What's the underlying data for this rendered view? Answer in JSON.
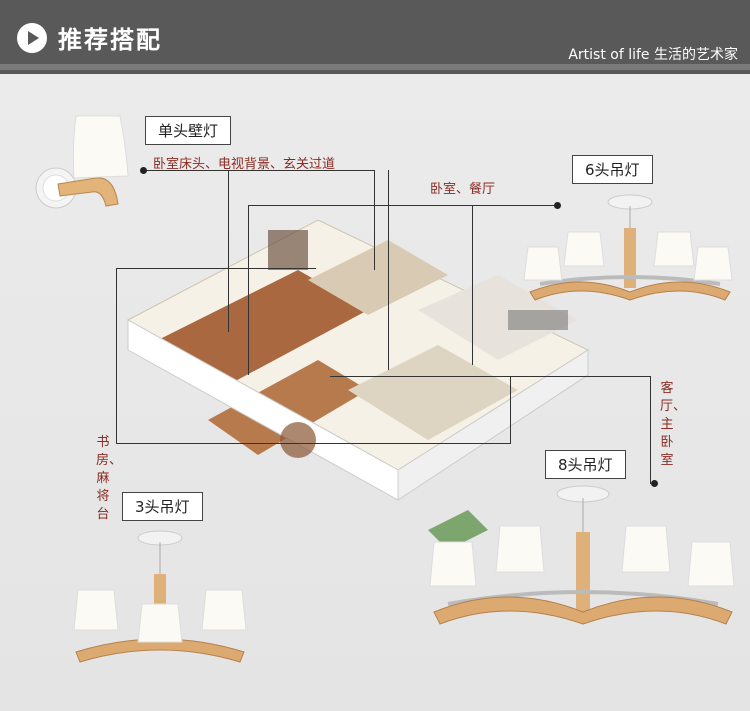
{
  "header": {
    "title": "推荐搭配",
    "slogan": "Artist of life 生活的艺术家"
  },
  "labels": {
    "single_wall_lamp": "单头壁灯",
    "six_head": "6头吊灯",
    "three_head": "3头吊灯",
    "eight_head": "8头吊灯"
  },
  "notes": {
    "wall_lamp_uses": "卧室床头、电视背景、玄关过道",
    "six_head_uses": "卧室、餐厅",
    "three_head_uses": "书房、麻将台",
    "eight_head_uses": "客厅、主卧室"
  },
  "icons": [
    "play-icon",
    "wall-lamp-icon",
    "chandelier-6-icon",
    "chandelier-3-icon",
    "chandelier-8-icon",
    "floor-plan-illustration"
  ]
}
